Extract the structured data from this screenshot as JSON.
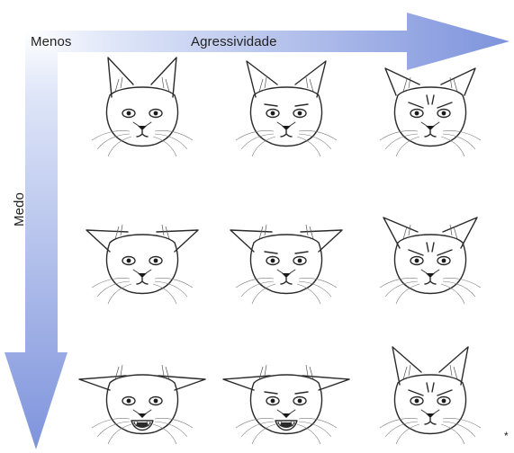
{
  "axes": {
    "less_label": "Menos",
    "horizontal_label": "Agressividade",
    "vertical_label": "Medo",
    "arrow_color": "#8c9fe0"
  },
  "grid": {
    "rows": 3,
    "cols": 3,
    "faces": [
      {
        "row": 0,
        "col": 0,
        "ears": "upright",
        "mouth": "closed",
        "brows": "neutral"
      },
      {
        "row": 0,
        "col": 1,
        "ears": "upright-forward",
        "mouth": "closed",
        "brows": "slight"
      },
      {
        "row": 0,
        "col": 2,
        "ears": "upright-turned",
        "mouth": "closed",
        "brows": "furrowed"
      },
      {
        "row": 1,
        "col": 0,
        "ears": "sideways",
        "mouth": "closed",
        "brows": "neutral"
      },
      {
        "row": 1,
        "col": 1,
        "ears": "sideways",
        "mouth": "closed",
        "brows": "slight"
      },
      {
        "row": 1,
        "col": 2,
        "ears": "sideways-turned",
        "mouth": "closed",
        "brows": "furrowed"
      },
      {
        "row": 2,
        "col": 0,
        "ears": "flattened",
        "mouth": "open-hissing",
        "brows": "neutral"
      },
      {
        "row": 2,
        "col": 1,
        "ears": "flattened",
        "mouth": "open-hissing",
        "brows": "slight"
      },
      {
        "row": 2,
        "col": 2,
        "ears": "upright-back",
        "mouth": "closed",
        "brows": "furrowed"
      }
    ]
  },
  "footnote": "*"
}
